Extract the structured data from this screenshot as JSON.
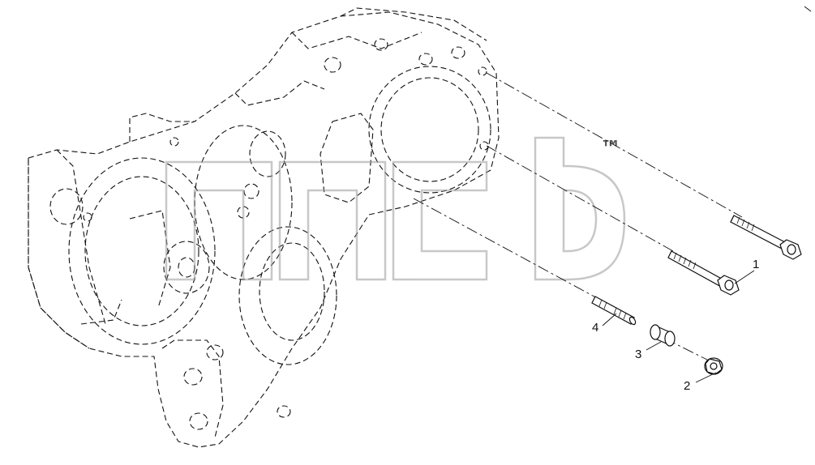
{
  "diagram": {
    "callouts": [
      {
        "id": "1",
        "label": "1"
      },
      {
        "id": "2",
        "label": "2"
      },
      {
        "id": "3",
        "label": "3"
      },
      {
        "id": "4",
        "label": "4"
      }
    ],
    "watermark": {
      "mark": "™"
    },
    "colors": {
      "line": "#111111",
      "watermark": "#9a9a9a",
      "background": "#ffffff"
    }
  }
}
